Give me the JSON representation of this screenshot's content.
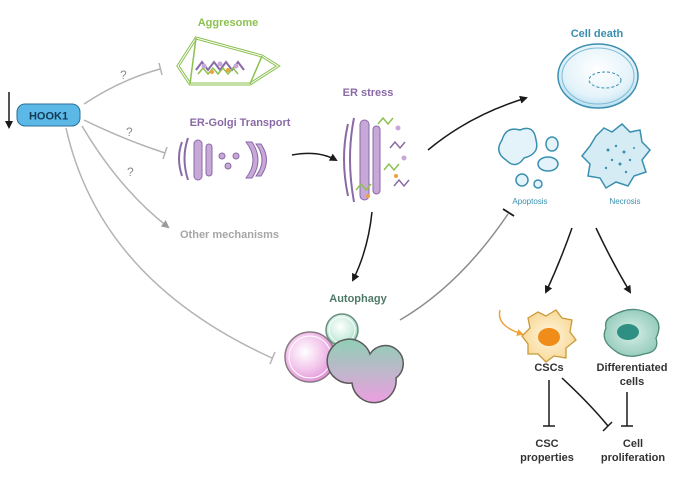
{
  "colors": {
    "green": "#8cc152",
    "purple": "#8a6aa6",
    "lightPurple": "#c7a8d8",
    "grey": "#a6a6a6",
    "darkGreen": "#4f7a68",
    "teal": "#3a8fb0",
    "black": "#1a1a1a",
    "hookFill": "#5cb8e6",
    "cscOrange": "#f0a23a"
  },
  "labels": {
    "hook1": "HOOK1",
    "aggresome": "Aggresome",
    "er_golgi": "ER-Golgi Transport",
    "other": "Other mechanisms",
    "q1": "?",
    "q2": "?",
    "q3": "?",
    "er_stress": "ER stress",
    "autophagy": "Autophagy",
    "cell_death": "Cell death",
    "apoptosis": "Apoptosis",
    "necrosis": "Necrosis",
    "cscs": "CSCs",
    "diff_line1": "Differentiated",
    "diff_line2": "cells",
    "csc_prop_line1": "CSC",
    "csc_prop_line2": "properties",
    "cell_prolif_line1": "Cell",
    "cell_prolif_line2": "proliferation"
  }
}
